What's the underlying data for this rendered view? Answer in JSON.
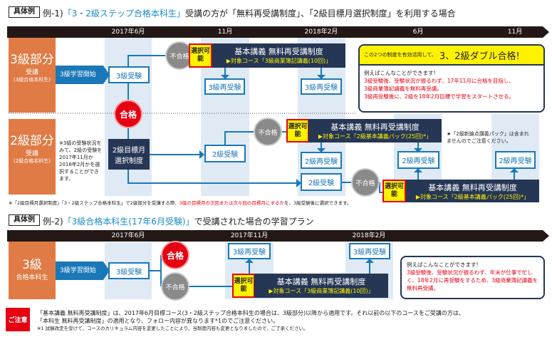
{
  "tag": "具体例",
  "ex1": {
    "prefix": "例-1)",
    "highlight": "「3・2級ステップ合格本科生」",
    "suffix": "受講の方が「無料再受講制度」、「2級目標月選択制度」を利用する場合",
    "timeline": [
      "2017年6月",
      "11月",
      "2018年2月",
      "6月",
      "11月"
    ],
    "sec3": {
      "title": "3級部分",
      "sub": "受講",
      "paren": "(3級合格本科生)",
      "start": "3級学習開始",
      "exam": "3級受験",
      "fail": "不合格",
      "select": "選択可能",
      "sys": "基本講義 無料再受講制度",
      "course": "▶対象コース「3級商業簿記講義(10回)」",
      "retake": "3級再受験",
      "pass": "合格"
    },
    "promo": {
      "lead": "この2つの制度を有効活用して、",
      "head": "3、2級ダブル合格!",
      "intro": "例えばこんなことができます!",
      "lines": [
        "3級受験後、受験状況が振るわず、17年11月に合格を目指し、",
        "3級商業簿記講義を無料再受講。",
        "3級再受験後に、2級を18年2月目標で学習をスタートさせる。"
      ]
    },
    "sec2": {
      "title": "2級部分",
      "sub": "受講",
      "paren": "(2級合格本科生)",
      "note": "※3級の受験状況をみて、2級の受験を2017年11月か2018年2月かを選択することができます。",
      "target": "2級目標月選択制度",
      "exam": "2級受験",
      "fail": "不合格",
      "select": "選択可能",
      "sys": "基本講義 無料再受講制度",
      "course": "▶対象コース「2級基本講義パック(25回)*」",
      "retake": "2級再受験",
      "star": "★「2級新論点講義パック」は含まれませんのでご注意ください。"
    },
    "foot_a": "※「2級目標月選択制度」「3・2級ステップ合格本科生」で2級部分を受講する際、",
    "foot_red": "3級の目標月の次回または次々回の目標月にするか",
    "foot_b": "を、3級受験後に選択できます。"
  },
  "ex2": {
    "prefix": "例-2)",
    "highlight": "「3級合格本科生(17年6月受験)」",
    "suffix": "で受講された場合の学習プラン",
    "timeline": [
      "2017年6月",
      "2017年11月",
      "2018年2月"
    ],
    "title": "3級",
    "sub": "合格本科生",
    "start": "3級学習開始",
    "exam": "3級受験",
    "pass": "合格",
    "fail": "不合格",
    "retake": "3級再受験",
    "select": "選択可能",
    "sys": "基本講義 無料再受講制度",
    "course": "▶対象コース「3級商業簿記講義(10回)」",
    "intro": "例えばこんなことができます!",
    "body": "3級受験後、受験状況が振るわず、年末が仕事で忙しく、18年2月に再受験をするため、3級商業簿記講義を無料再受講。"
  },
  "notice": {
    "label": "ご注意",
    "line1": "「基本講義 無料再受講制度」は、2017年6月目標コース(3・2級ステップ合格本科生の場合は、3級部分)以降から適用です。それ以前の以下のコースをご受講の方は、",
    "line2": "「本科生 無料再受講制度」の適用となり、フォロー内容が異なります*1のでご注意ください。",
    "line3": "※1 試験改定を受けて、コースのカリキュラム内容を変更したことにより、当制度内容も変更となりましたので、ご了承ください。"
  }
}
